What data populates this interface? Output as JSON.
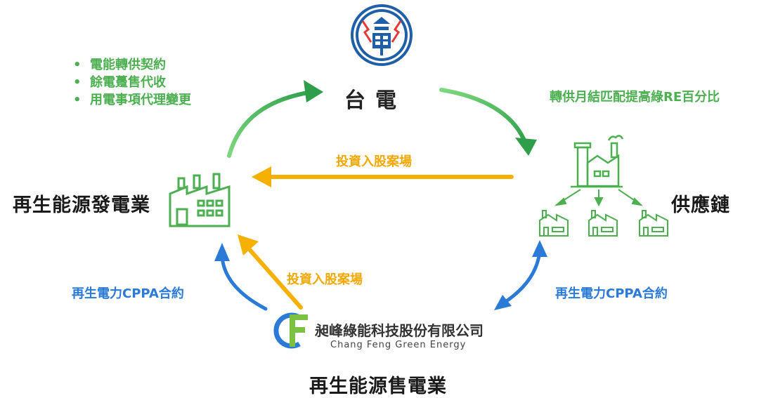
{
  "taipower": {
    "name": "台電"
  },
  "generator": {
    "label": "再生能源發電業"
  },
  "supply_chain": {
    "label": "供應鏈"
  },
  "retailer": {
    "label": "再生能源售電業",
    "company_name": "昶峰綠能科技股份有限公司",
    "company_name_en": "Chang Feng Green Energy"
  },
  "taipower_services": [
    "電能轉供契約",
    "餘電躉售代收",
    "用電事項代理變更"
  ],
  "taipower_to_chain_note": "轉供月結匹配提高綠RE百分比",
  "invest_top": "投資入股案場",
  "invest_bottom": "投資入股案場",
  "cppa_left": "再生電力CPPA合約",
  "cppa_right": "再生電力CPPA合約",
  "colors": {
    "green": "#4caf50",
    "orange": "#f5b000",
    "blue": "#2b7bd6",
    "taipower_blue": "#1f5fa8",
    "taipower_red": "#e53935"
  }
}
